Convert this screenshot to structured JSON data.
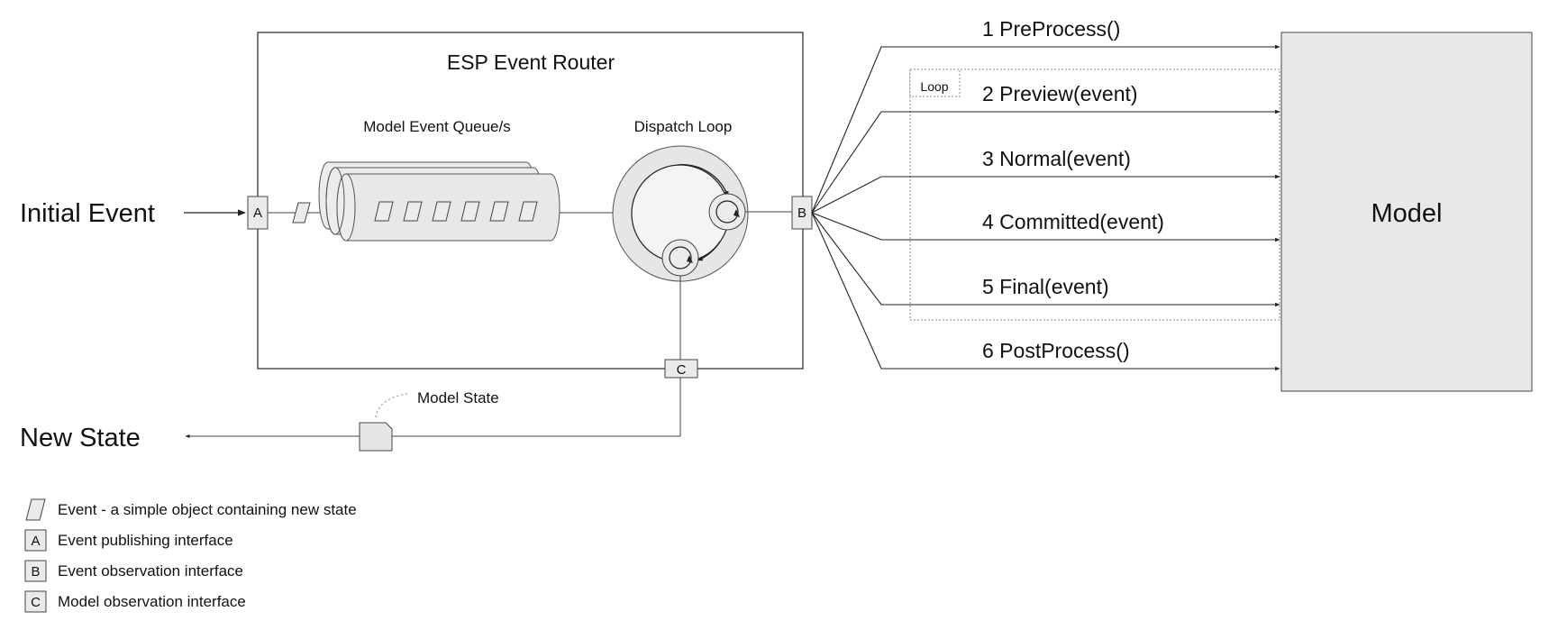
{
  "left": {
    "initial_event": "Initial Event",
    "new_state": "New State"
  },
  "router": {
    "title": "ESP Event Router",
    "queue_label": "Model Event Queue/s",
    "dispatch_label": "Dispatch Loop"
  },
  "ports": {
    "a": "A",
    "b": "B",
    "c": "C"
  },
  "model_state_label": "Model State",
  "loop_label": "Loop",
  "steps": [
    "1 PreProcess()",
    "2 Preview(event)",
    "3 Normal(event)",
    "4 Committed(event)",
    "5 Final(event)",
    "6 PostProcess()"
  ],
  "model": {
    "label": "Model"
  },
  "legend": [
    {
      "symbol": "",
      "text": "Event - a simple object containing new state"
    },
    {
      "symbol": "A",
      "text": "Event publishing interface"
    },
    {
      "symbol": "B",
      "text": "Event observation interface"
    },
    {
      "symbol": "C",
      "text": "Model observation interface"
    }
  ],
  "colors": {
    "fill": "#e8e8e8",
    "stroke": "#444444",
    "line": "#222222"
  }
}
